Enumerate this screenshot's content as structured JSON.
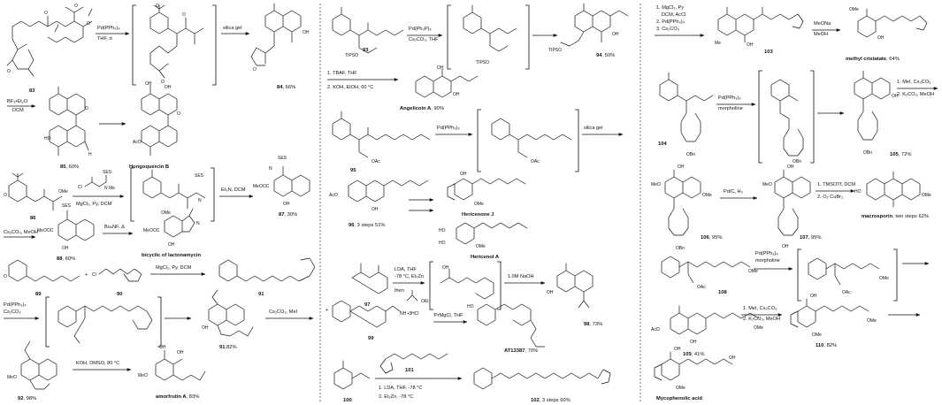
{
  "colors": {
    "ink": "#111111",
    "background": "#ffffff",
    "separator": "#555555"
  },
  "panel1": {
    "r1": {
      "cmpd": "83",
      "cond1": "Pd(PPh₃)₄",
      "cond2": "THF, rt",
      "cond3": "silica gel",
      "prod_bold": "84",
      "prod_rest": ", 66%"
    },
    "r2": {
      "cond1": "BF₃•Et₂O",
      "cond2": "DCM",
      "prod1_bold": "85",
      "prod1_rest": ", 60%",
      "prod2": "Hongoquercin B"
    },
    "r3": {
      "cmpd": "86",
      "cond1": "MgCl₂, Py, DCM",
      "cond2": "Et₃N, DCM",
      "prod_bold": "87",
      "prod_rest": ", 30%"
    },
    "r4": {
      "cond1": "Cs₂CO₃, MeOH",
      "cmpd_bold": "88",
      "cmpd_rest": ", 60%",
      "cond2": "Bu₄NF, Δ",
      "prod": "bicyclic of lactonamycin"
    },
    "r5": {
      "cmpd1": "89",
      "plus": "+",
      "cmpd2": "90",
      "cond1": "MgCl₂, Py, DCM",
      "prod_bold": "91"
    },
    "r6": {
      "cond1": "Pd(PPh₃)₄",
      "cond2": "Cs₂CO₃",
      "prod_bold": "91",
      "prod_rest": ",82%",
      "cond3": "Cs₂CO₃, MeI"
    },
    "r7": {
      "cmpd_bold": "92",
      "cmpd_rest": ", 98%",
      "cond1": "KOH, DMSO, 80 °C",
      "prod_bold": "amorfrutin A",
      "prod_rest": ", 83%"
    }
  },
  "panel2": {
    "r1": {
      "cmpd": "93",
      "cond1": "Pd(Ph₃P)₄",
      "cond2": "Cs₂CO₃, THF",
      "prod_bold": "94",
      "prod_rest": ", 50%"
    },
    "r2": {
      "cond1": "1. TBAF, THF",
      "cond2": "2. KOH, EtOH, 60 °C",
      "prod_bold": "Angelicoin A",
      "prod_rest": ", 90%"
    },
    "r3": {
      "cmpd": "95",
      "cond1": "Pd(PPh₃)₄",
      "cond2": "silica gel"
    },
    "r4": {
      "cmpd_bold": "96",
      "cmpd_rest": ", 3 steps 51%",
      "prod1": "Hericenone J",
      "prod2": "Hericenol A"
    },
    "r5": {
      "cmpd": "97",
      "cond1": "LDA, THF",
      "cond2": "-78 °C, Et₂Zn",
      "cond3": "then",
      "cond4": "1.0M NaOH",
      "prod_bold": "98",
      "prod_rest": ", 73%"
    },
    "r6": {
      "plus": "+",
      "cmpd": "99",
      "salt": "NH •3HCl",
      "cond1": "ⁱPrMgCl, THF",
      "prod_bold": "AT13387",
      "prod_rest": ", 70%"
    },
    "r7": {
      "cmpd1": "100",
      "cmpd2": "101",
      "cond1": "1. LDA, THF, -78 °C",
      "cond2": "2. Et₂Zn, -78 °C",
      "prod_bold": "102",
      "prod_rest": ", 3 steps 60%"
    }
  },
  "panel3": {
    "r1": {
      "cond1": "1. MgCl₂, Py",
      "cond2": "DCM, AcCl",
      "cond3": "2. Pd(PPh₃)₄",
      "cond4": "3. Cs₂CO₃",
      "cmpd": "103",
      "cond5": "MeONa",
      "cond6": "MeOH",
      "prod_bold": "methyl cristatate",
      "prod_rest": ", 64%"
    },
    "r2": {
      "cmpd": "104",
      "cond1": "Pd(PPh₃)₄",
      "cond2": "morpholine",
      "prod_bold": "105",
      "prod_rest": ", 72%",
      "cond3": "1. MeI, Cs₂CO₃",
      "cond4": "2. K₂CO₃, MeOH"
    },
    "r3": {
      "cmpd_bold": "106",
      "cmpd_rest": ", 95%",
      "cond1": "Pd/C, H₂",
      "cmpd2_bold": "107",
      "cmpd2_rest": ", 95%",
      "cond2": "1. TMSOTf, DCM",
      "cond3": "2. O₂ CuBr₂",
      "prod_bold": "macrosporin",
      "prod_rest": ", two steps 62%"
    },
    "r4": {
      "cmpd": "108",
      "cond1": "Pd(PPh₃)₄",
      "cond2": "morpholine"
    },
    "r5": {
      "cmpd_bold": "109",
      "cmpd_rest": ", 41%",
      "cond1": "1. MeI, Cs₂CO₃",
      "cond2": "2. K₂CO₃, MeOH",
      "prod_bold": "110",
      "prod_rest": ", 82%",
      "final": "Mycophenolic acid"
    }
  },
  "atoms": {
    "OH": "OH",
    "O": "O",
    "OMe": "OMe",
    "MeO": "MeO",
    "OAc": "OAc",
    "AcO": "AcO",
    "HO": "HO",
    "OBn": "OBn",
    "TIPSO": "TIPSO",
    "SES": "SES",
    "N": "N",
    "NMe": "N Me",
    "Me": "Me",
    "H": "H",
    "Cl": "Cl",
    "MeOOC": "MeOOC",
    "OEt": "OEt",
    "HO_": "HO",
    "Hb": "H"
  }
}
